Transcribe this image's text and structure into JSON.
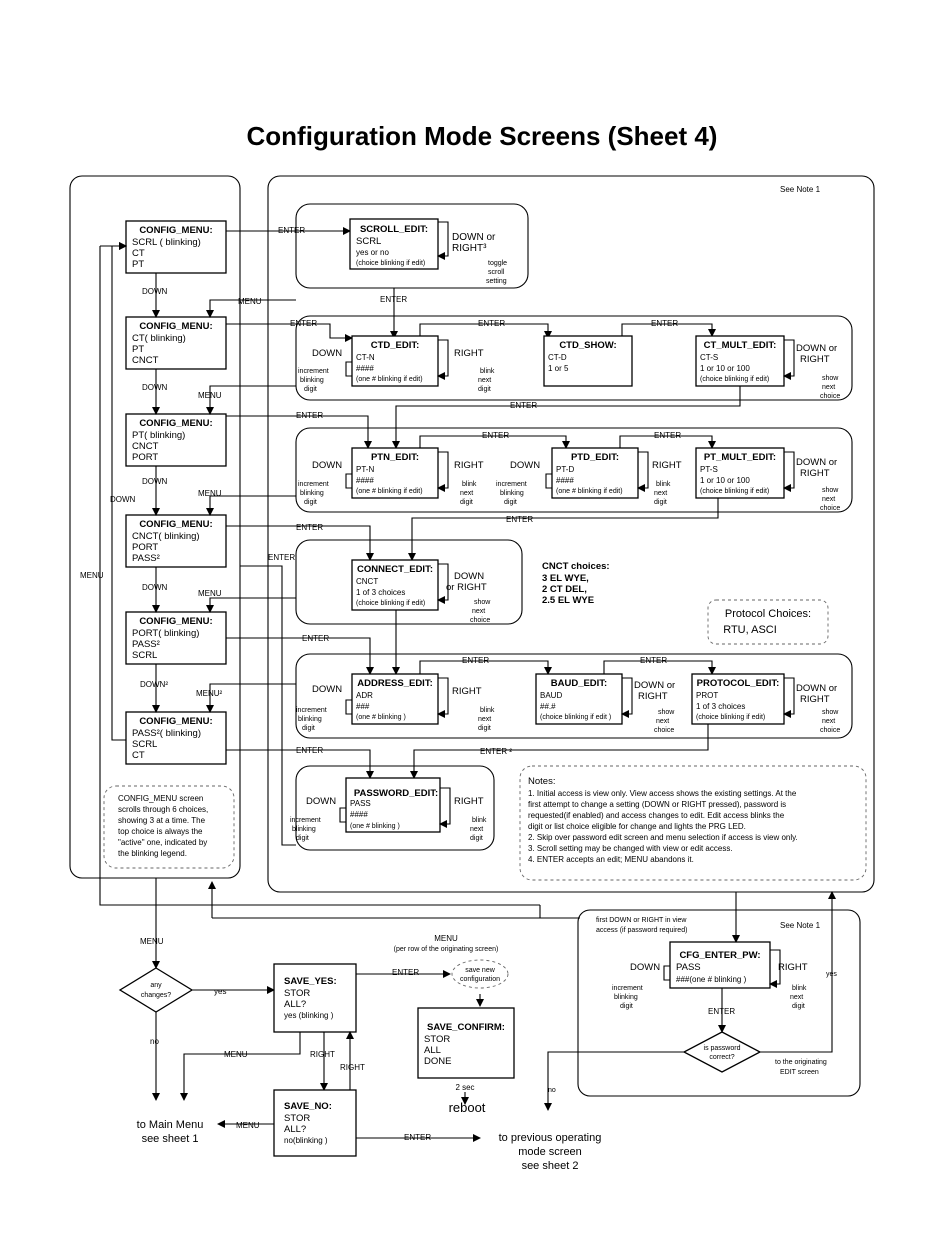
{
  "title": "Configuration Mode Screens  (Sheet 4)",
  "see_note_1": "See Note 1",
  "cm": [
    {
      "title": "CONFIG_MENU:",
      "lines": [
        "SCRL ( blinking)",
        "CT",
        "PT"
      ]
    },
    {
      "title": "CONFIG_MENU:",
      "lines": [
        "CT( blinking)",
        "PT",
        "CNCT"
      ]
    },
    {
      "title": "CONFIG_MENU:",
      "lines": [
        "PT( blinking)",
        "CNCT",
        "PORT"
      ]
    },
    {
      "title": "CONFIG_MENU:",
      "lines": [
        "CNCT( blinking)",
        "PORT",
        "PASS²"
      ]
    },
    {
      "title": "CONFIG_MENU:",
      "lines": [
        "PORT( blinking)",
        "PASS²",
        "SCRL"
      ]
    },
    {
      "title": "CONFIG_MENU:",
      "lines": [
        "PASS²( blinking)",
        "SCRL",
        "CT"
      ]
    }
  ],
  "edit": {
    "scroll": {
      "title": "SCROLL_EDIT:",
      "lines": [
        "SCRL",
        "yes or no",
        "(choice blinking if edit)"
      ],
      "side": [
        "DOWN or",
        "RIGHT³"
      ],
      "note": [
        "toggle",
        "scroll",
        "setting"
      ]
    },
    "ctd": {
      "title": "CTD_EDIT:",
      "lines": [
        "CT-N",
        "####",
        "(one # blinking if edit)"
      ]
    },
    "ctd_show": {
      "title": "CTD_SHOW:",
      "lines": [
        "CT-D",
        "1 or 5"
      ]
    },
    "ct_mult": {
      "title": "CT_MULT_EDIT:",
      "lines": [
        "CT-S",
        "1 or 10 or 100",
        "(choice blinking if edit)"
      ]
    },
    "ptn": {
      "title": "PTN_EDIT:",
      "lines": [
        "PT-N",
        "####",
        "(one # blinking if edit)"
      ]
    },
    "ptd": {
      "title": "PTD_EDIT:",
      "lines": [
        "PT-D",
        "####",
        "(one # blinking if edit)"
      ]
    },
    "pt_mult": {
      "title": "PT_MULT_EDIT:",
      "lines": [
        "PT-S",
        "1 or 10 or 100",
        "(choice blinking if edit)"
      ]
    },
    "connect": {
      "title": "CONNECT_EDIT:",
      "lines": [
        "CNCT",
        "1 of 3 choices",
        "(choice blinking if edit)"
      ]
    },
    "address": {
      "title": "ADDRESS_EDIT:",
      "lines": [
        "ADR",
        "###",
        "(one # blinking )"
      ]
    },
    "baud": {
      "title": "BAUD_EDIT:",
      "lines": [
        "BAUD",
        "##.#",
        "(choice blinking if edit )"
      ]
    },
    "protocol": {
      "title": "PROTOCOL_EDIT:",
      "lines": [
        "PROT",
        "1 of 3 choices",
        "(choice blinking if edit)"
      ]
    },
    "password": {
      "title": "PASSWORD_EDIT:",
      "lines": [
        "PASS",
        "####",
        "(one # blinking )"
      ]
    },
    "cfg_pw": {
      "title": "CFG_ENTER_PW:",
      "lines": [
        "PASS",
        "###(one # blinking )"
      ]
    }
  },
  "labels": {
    "enter": "ENTER",
    "menu": "MENU",
    "down": "DOWN",
    "right": "RIGHT",
    "down2": "DOWN²",
    "menu2": "MENU²",
    "enter2": "ENTER ²",
    "down_or": "DOWN or",
    "right_single": "RIGHT",
    "or_right": "or RIGHT",
    "incr": [
      "increment",
      "blinking",
      "digit"
    ],
    "blink": [
      "blink",
      "next",
      "digit"
    ],
    "show": [
      "show",
      "next",
      "choice"
    ],
    "yes": "yes",
    "no": "no",
    "sec2": "2 sec",
    "reboot": "reboot"
  },
  "cnct_choices": {
    "title": "CNCT choices:",
    "lines": [
      "3 EL WYE,",
      "2 CT DEL,",
      "2.5 EL WYE"
    ]
  },
  "protocol_choices": {
    "title": "Protocol Choices:",
    "line": "RTU, ASCI"
  },
  "config_note": [
    "CONFIG_MENU screen",
    "scrolls through 6 choices,",
    "showing 3 at a time.  The",
    "top choice is always the",
    "\"active\" one, indicated by",
    "the blinking legend."
  ],
  "notes": {
    "title": "Notes:",
    "lines": [
      "1. Initial access is view only.  View access shows the existing settings.  At the",
      "    first attempt to change a setting (DOWN or RIGHT pressed), password is",
      "    requested(if enabled) and access changes to edit.  Edit access blinks the",
      "    digit or list choice eligible for change and lights the PRG LED.",
      "2. Skip over password edit screen and menu selection if access is view only.",
      "3. Scroll setting may be changed with view or edit access.",
      "4. ENTER accepts an edit; MENU abandons it."
    ]
  },
  "bottom": {
    "any_changes": [
      "any",
      "changes?"
    ],
    "save_yes": {
      "title": "SAVE_YES:",
      "lines": [
        "STOR",
        "ALL?",
        "yes (blinking )"
      ]
    },
    "save_no": {
      "title": "SAVE_NO:",
      "lines": [
        "STOR",
        "ALL?",
        "no(blinking )"
      ]
    },
    "save_confirm": {
      "title": "SAVE_CONFIRM:",
      "lines": [
        "STOR",
        "ALL",
        "DONE"
      ]
    },
    "save_new": [
      "save new",
      "configuration"
    ],
    "menu_per_row": [
      "MENU",
      "(per row of the originating screen)"
    ],
    "to_main": [
      "to Main Menu",
      "see sheet 1"
    ],
    "to_prev": [
      "to previous operating",
      "mode screen",
      "see sheet 2"
    ],
    "first_down": [
      "first DOWN or RIGHT in view",
      "access (if password required)"
    ],
    "pw_correct": [
      "is password",
      "correct?"
    ],
    "to_orig": [
      "to the originating",
      "EDIT screen"
    ]
  }
}
